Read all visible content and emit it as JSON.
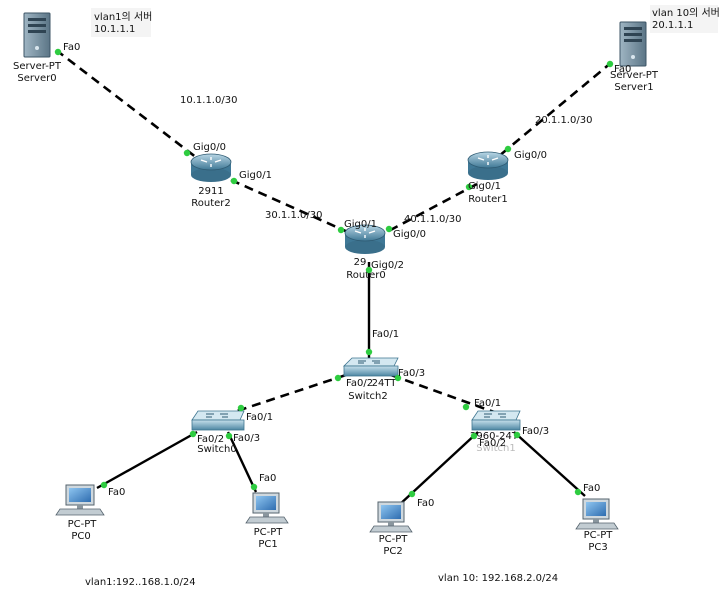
{
  "diagram": {
    "notes": {
      "server0_note": "vlan1의 서버\n10.1.1.1",
      "server1_note": "vlan 10의 서버\n20.1.1.1",
      "vlan1_net": "vlan1:192..168.1.0/24",
      "vlan10_net": "vlan 10: 192.168.2.0/24"
    },
    "networks": {
      "net_10": "10.1.1.0/30",
      "net_20": "20.1.1.0/30",
      "net_30": "30.1.1.0/30",
      "net_40": "40.1.1.0/30"
    },
    "devices": {
      "server0": {
        "type": "Server-PT",
        "name": "Server0"
      },
      "server1": {
        "type": "Server-PT",
        "name": "Server1"
      },
      "router2": {
        "type": "2911",
        "name": "Router2"
      },
      "router1": {
        "type": "",
        "name": "Router1"
      },
      "router0": {
        "type": "29",
        "name": "Router0"
      },
      "switch2": {
        "type": "24TT",
        "name": "Switch2"
      },
      "switch0": {
        "type": "",
        "name": "Switch0"
      },
      "switch1": {
        "type": "2960-24T",
        "name": "Switch1"
      },
      "pc0": {
        "type": "PC-PT",
        "name": "PC0"
      },
      "pc1": {
        "type": "PC-PT",
        "name": "PC1"
      },
      "pc2": {
        "type": "PC-PT",
        "name": "PC2"
      },
      "pc3": {
        "type": "PC-PT",
        "name": "PC3"
      }
    },
    "ports": {
      "server0_fa0": "Fa0",
      "server1_fa0": "Fa0",
      "router2_gig00": "Gig0/0",
      "router2_gig01": "Gig0/1",
      "router1_gig00": "Gig0/0",
      "router1_gig01": "Gig0/1",
      "router0_gig01": "Gig0/1",
      "router0_gig00": "Gig0/0",
      "router0_gig02": "Gig0/2",
      "switch2_fa01": "Fa0/1",
      "switch2_fa02": "Fa0/2",
      "switch2_fa03": "Fa0/3",
      "switch0_fa01": "Fa0/1",
      "switch0_fa02": "Fa0/2",
      "switch0_fa03": "Fa0/3",
      "switch1_fa01": "Fa0/1",
      "switch1_fa02": "Fa0/2",
      "switch1_fa03": "Fa0/3",
      "pc0_fa0": "Fa0",
      "pc1_fa0": "Fa0",
      "pc2_fa0": "Fa0",
      "pc3_fa0": "Fa0"
    },
    "colors": {
      "port_dot": "#2ecc40",
      "router_body": "#5f9bb8",
      "switch_body": "#6aa3bd",
      "server_body": "#7d97a8",
      "pc_screen": "#4a88c8"
    }
  }
}
